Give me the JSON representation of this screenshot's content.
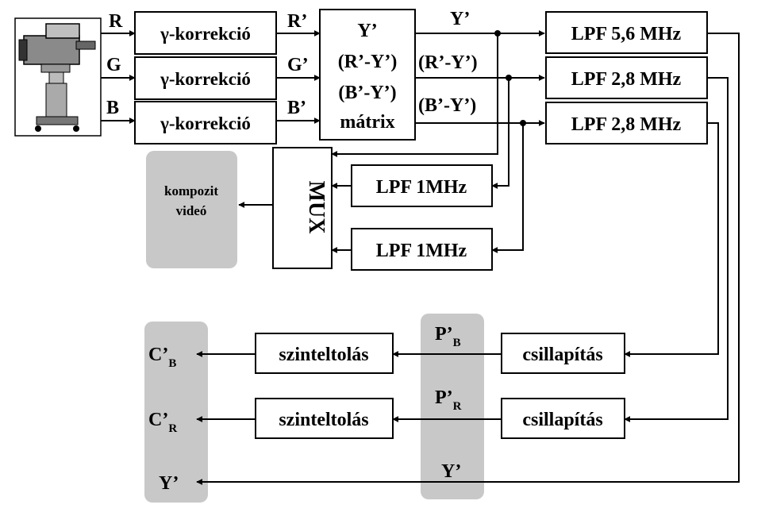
{
  "inputs": {
    "r": "R",
    "g": "G",
    "b": "B"
  },
  "gamma": [
    "γ-korrekció",
    "γ-korrekció",
    "γ-korrekció"
  ],
  "gamma_outputs": [
    "R’",
    "G’",
    "B’"
  ],
  "matrix": {
    "lines": [
      "Y’",
      "(R’-Y’)",
      "(B’-Y’)",
      "mátrix"
    ]
  },
  "matrix_outputs": {
    "y": "Y’",
    "ry": "(R’-Y’)",
    "by": "(B’-Y’)"
  },
  "lpf_top": [
    "LPF 5,6 MHz",
    "LPF 2,8 MHz",
    "LPF 2,8 MHz"
  ],
  "lpf_mid": [
    "LPF 1MHz",
    "LPF 1MHz"
  ],
  "mux": "MUX",
  "composite": {
    "line1": "kompozit",
    "line2": "videó"
  },
  "attenuators": [
    "csillapítás",
    "csillapítás"
  ],
  "level_shifters": [
    "szinteltolás",
    "szinteltolás"
  ],
  "middle_labels": {
    "pb_main": "P’",
    "pb_sub": "B",
    "pr_main": "P’",
    "pr_sub": "R",
    "y": "Y’"
  },
  "outputs": {
    "cb_main": "C’",
    "cb_sub": "B",
    "cr_main": "C’",
    "cr_sub": "R",
    "y": "Y’"
  },
  "colors": {
    "line": "#000000",
    "gray_panel": "#c8c8c8",
    "background": "#ffffff"
  }
}
